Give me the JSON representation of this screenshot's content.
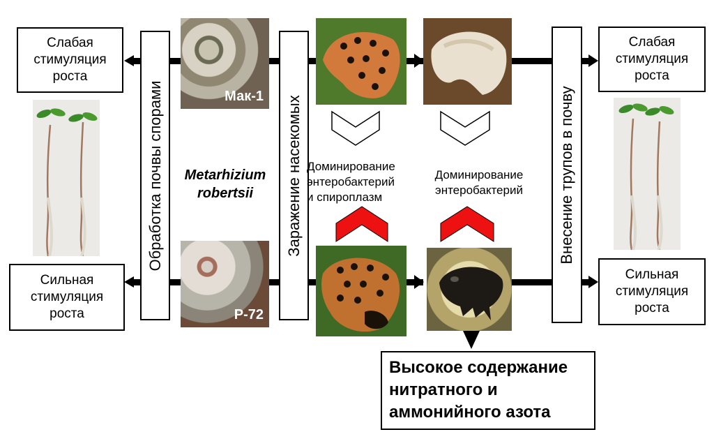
{
  "boxes": {
    "top_left": "Слабая\nстимуляция\nроста",
    "bottom_left": "Сильная\nстимуляция\nроста",
    "top_right": "Слабая\nстимуляция\nроста",
    "bottom_right": "Сильная\nстимуляция\nроста"
  },
  "vertical_labels": {
    "soil_treatment": "Обработка почвы спорами",
    "insect_infection": "Заражение насекомых",
    "corpse_introduction": "Внесение трупов в почву"
  },
  "species": "Metarhizium\nrobertsii",
  "strains": {
    "top": "Мак-1",
    "bottom": "Р-72"
  },
  "notes": {
    "left": "Доминирование\nэнтеробактерий\nи спироплазм",
    "right": "Доминирование\nэнтеробактерий"
  },
  "result": "Высокое содержание\nнитратного и\nаммонийного азота",
  "colors": {
    "up_chevron": "#ee1111",
    "line": "#000000"
  }
}
